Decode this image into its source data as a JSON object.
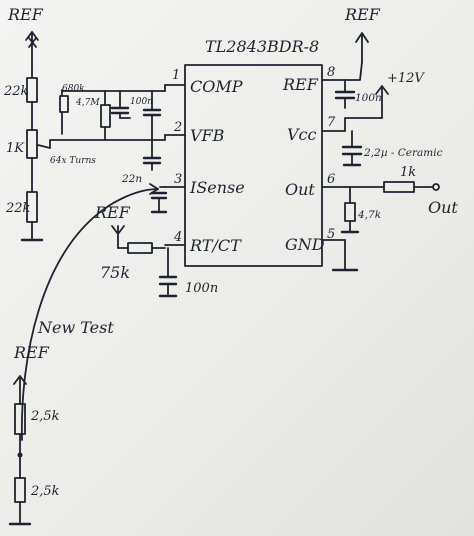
{
  "chip": {
    "part_number": "TL2843BDR-8",
    "pins": [
      {
        "num": "1",
        "name": "COMP"
      },
      {
        "num": "2",
        "name": "VFB"
      },
      {
        "num": "3",
        "name": "ISense"
      },
      {
        "num": "4",
        "name": "RT/CT"
      },
      {
        "num": "8",
        "name": "REF"
      },
      {
        "num": "7",
        "name": "Vcc"
      },
      {
        "num": "6",
        "name": "Out"
      },
      {
        "num": "5",
        "name": "GND"
      }
    ]
  },
  "left_divider": {
    "ref_label": "REF",
    "top_resistor": "22k",
    "pot": "1K",
    "pot_note": "64x Turns",
    "bottom_resistor": "22k",
    "feedback_resistor": "680k",
    "feedback_resistor_2": "4,7M",
    "comp_cap": "100n",
    "vfb_cap": "22n"
  },
  "timing": {
    "ref_label": "REF",
    "resistor": "75k",
    "cap": "100n"
  },
  "right_side": {
    "ref_label": "REF",
    "ref_cap": "100n",
    "supply": "+12V",
    "vcc_cap": "2,2µ - Ceramic",
    "out_resistor": "1k",
    "pulldown": "4,7k",
    "out_label": "Out"
  },
  "new_test": {
    "title": "New Test",
    "ref_label": "REF",
    "r1": "2,5k",
    "r2": "2,5k"
  }
}
